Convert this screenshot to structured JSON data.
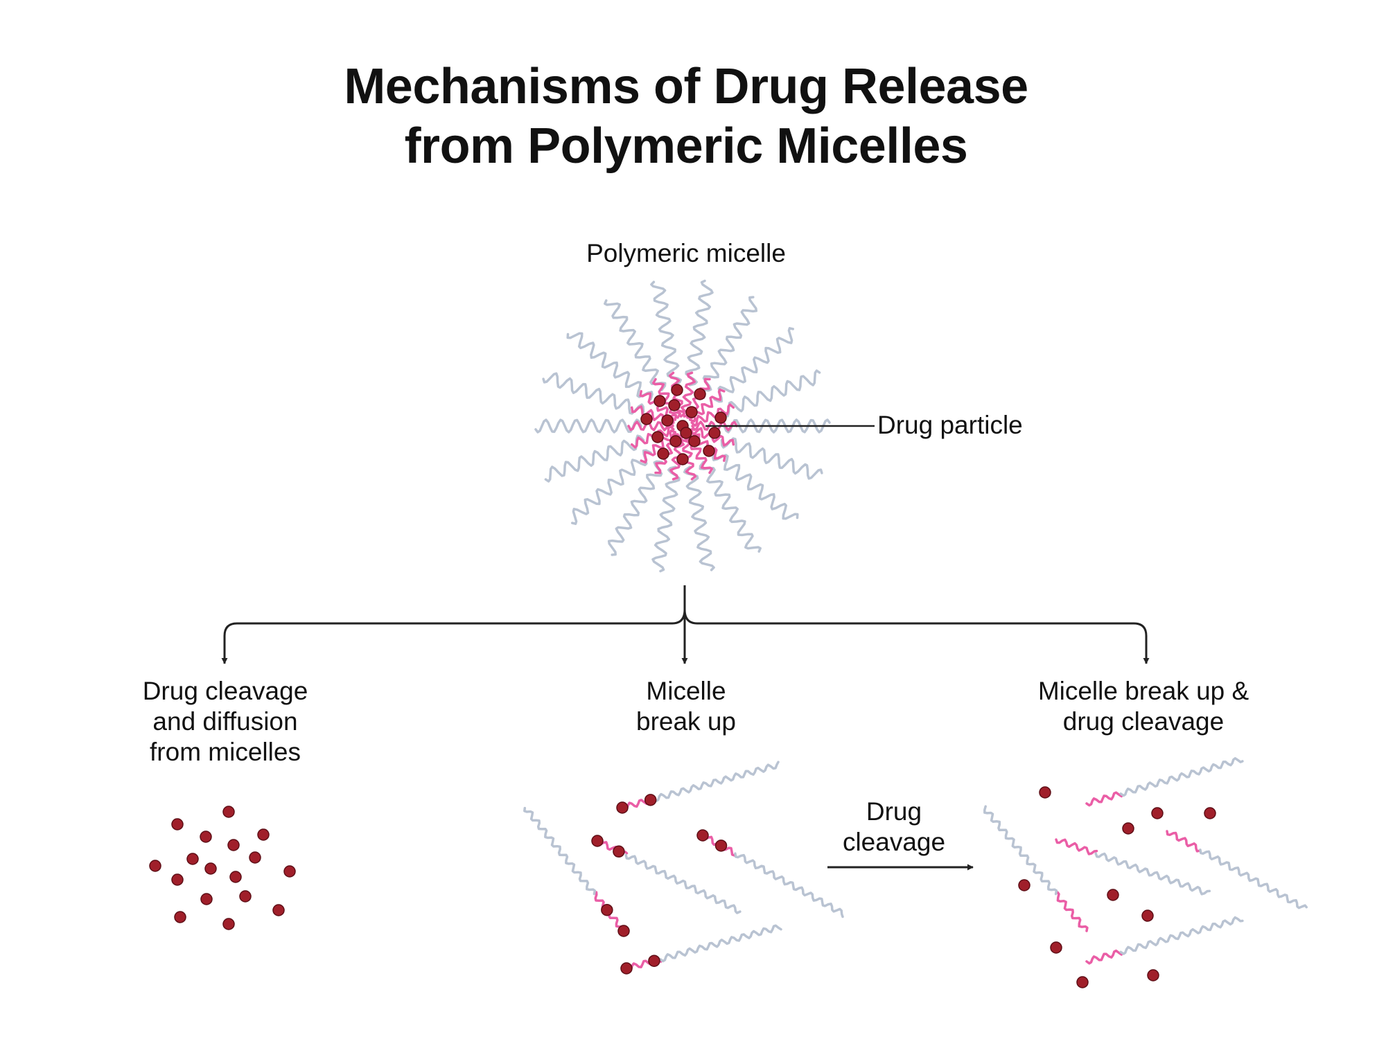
{
  "title": {
    "line1": "Mechanisms of Drug Release",
    "line2": "from Polymeric Micelles"
  },
  "labels": {
    "micelle": "Polymeric micelle",
    "drug_particle": "Drug particle",
    "branch_left": {
      "line1": "Drug cleavage",
      "line2": "and diffusion",
      "line3": "from micelles"
    },
    "branch_middle": {
      "line1": "Micelle",
      "line2": "break up"
    },
    "branch_right": {
      "line1": "Micelle break up &",
      "line2": "drug cleavage"
    },
    "step_arrow": {
      "line1": "Drug",
      "line2": "cleavage"
    }
  },
  "colors": {
    "shell_chain": "#b9c3d2",
    "core_chain": "#ea5ea6",
    "drug_particle": "#a01f2a",
    "drug_particle_edge": "#5e0e16",
    "line": "#222222"
  },
  "icons": {
    "micelle": "polymeric-micelle-icon",
    "drug": "drug-particle-icon",
    "polymer": "polymer-chain-icon"
  }
}
